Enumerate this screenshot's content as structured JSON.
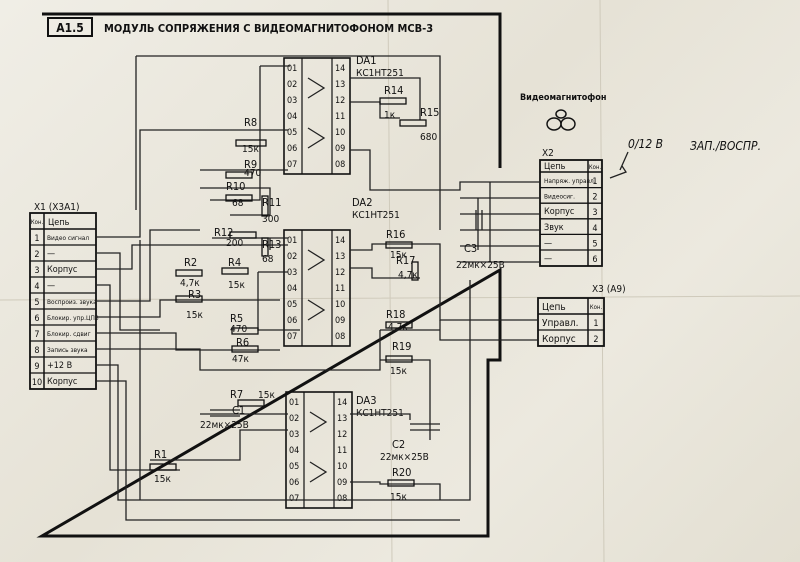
{
  "title": {
    "tag": "A1.5",
    "text": "МОДУЛЬ СОПРЯЖЕНИЯ С ВИДЕОМАГНИТОФОНОМ МСВ-3"
  },
  "x1": {
    "name": "X1 (X3A1)",
    "header": [
      "Кон.",
      "Цепь"
    ],
    "rows": [
      {
        "n": "1",
        "s": "Видео сигнал"
      },
      {
        "n": "2",
        "s": "—"
      },
      {
        "n": "3",
        "s": "Корпус"
      },
      {
        "n": "4",
        "s": "—"
      },
      {
        "n": "5",
        "s": "Воспроиз. звука"
      },
      {
        "n": "6",
        "s": "Блокир. упр.ЦПЗ"
      },
      {
        "n": "7",
        "s": "Блокир. сдвиг"
      },
      {
        "n": "8",
        "s": "Запись звука"
      },
      {
        "n": "9",
        "s": "+12 В"
      },
      {
        "n": "10",
        "s": "Корпус"
      }
    ]
  },
  "x2": {
    "name": "X2",
    "header": [
      "Цепь",
      "Кон."
    ],
    "rows": [
      {
        "s": "Напряж. управл.",
        "n": "1"
      },
      {
        "s": "Видеосиг.",
        "n": "2"
      },
      {
        "s": "Корпус",
        "n": "3"
      },
      {
        "s": "Звук",
        "n": "4"
      },
      {
        "s": "—",
        "n": "5"
      },
      {
        "s": "—",
        "n": "6"
      }
    ]
  },
  "x3": {
    "name": "X3 (A9)",
    "header": [
      "Цепь",
      "Кон."
    ],
    "rows": [
      {
        "s": "Управл.",
        "n": "1"
      },
      {
        "s": "Корпус",
        "n": "2"
      }
    ]
  },
  "vcr": {
    "label": "Видеомагнитофон"
  },
  "note": {
    "left": "0/12 В",
    "right": "ЗАП./ВОСПР."
  },
  "chips": [
    {
      "ref": "DA1",
      "type": "КС1НТ251",
      "pins_l": [
        "01",
        "02",
        "03",
        "04",
        "05",
        "06",
        "07"
      ],
      "pins_r": [
        "14",
        "13",
        "12",
        "11",
        "10",
        "09",
        "08"
      ]
    },
    {
      "ref": "DA2",
      "type": "КС1НТ251",
      "pins_l": [
        "01",
        "02",
        "03",
        "04",
        "05",
        "06",
        "07"
      ],
      "pins_r": [
        "14",
        "13",
        "12",
        "11",
        "10",
        "09",
        "08"
      ]
    },
    {
      "ref": "DA3",
      "type": "КС1НТ251",
      "pins_l": [
        "01",
        "02",
        "03",
        "04",
        "05",
        "06",
        "07"
      ],
      "pins_r": [
        "14",
        "13",
        "12",
        "11",
        "10",
        "09",
        "08"
      ]
    }
  ],
  "components": {
    "R1": {
      "ref": "R1",
      "val": "15к"
    },
    "R2": {
      "ref": "R2",
      "val": "4,7к"
    },
    "R3": {
      "ref": "R3",
      "val": "15к"
    },
    "R4": {
      "ref": "R4",
      "val": "15к"
    },
    "R5": {
      "ref": "R5",
      "val": "470"
    },
    "R6": {
      "ref": "R6",
      "val": "47к"
    },
    "R7": {
      "ref": "R7",
      "val": "15к"
    },
    "R8": {
      "ref": "R8",
      "val": "15к"
    },
    "R9": {
      "ref": "R9",
      "val": "470"
    },
    "R10": {
      "ref": "R10",
      "val": "68"
    },
    "R11": {
      "ref": "R11",
      "val": "300"
    },
    "R12": {
      "ref": "R12",
      "val": "200"
    },
    "R13": {
      "ref": "R13",
      "val": "68"
    },
    "R14": {
      "ref": "R14",
      "val": "1к"
    },
    "R15": {
      "ref": "R15",
      "val": "680"
    },
    "R16": {
      "ref": "R16",
      "val": "15к"
    },
    "R17": {
      "ref": "R17",
      "val": "4,7к"
    },
    "R18": {
      "ref": "R18",
      "val": "4,7к"
    },
    "R19": {
      "ref": "R19",
      "val": "15к"
    },
    "R20": {
      "ref": "R20",
      "val": "15к"
    },
    "C1": {
      "ref": "C1",
      "val": "22мк×25В"
    },
    "C2": {
      "ref": "C2",
      "val": "22мк×25В"
    },
    "C3": {
      "ref": "C3",
      "val": "22мк×25В"
    }
  }
}
